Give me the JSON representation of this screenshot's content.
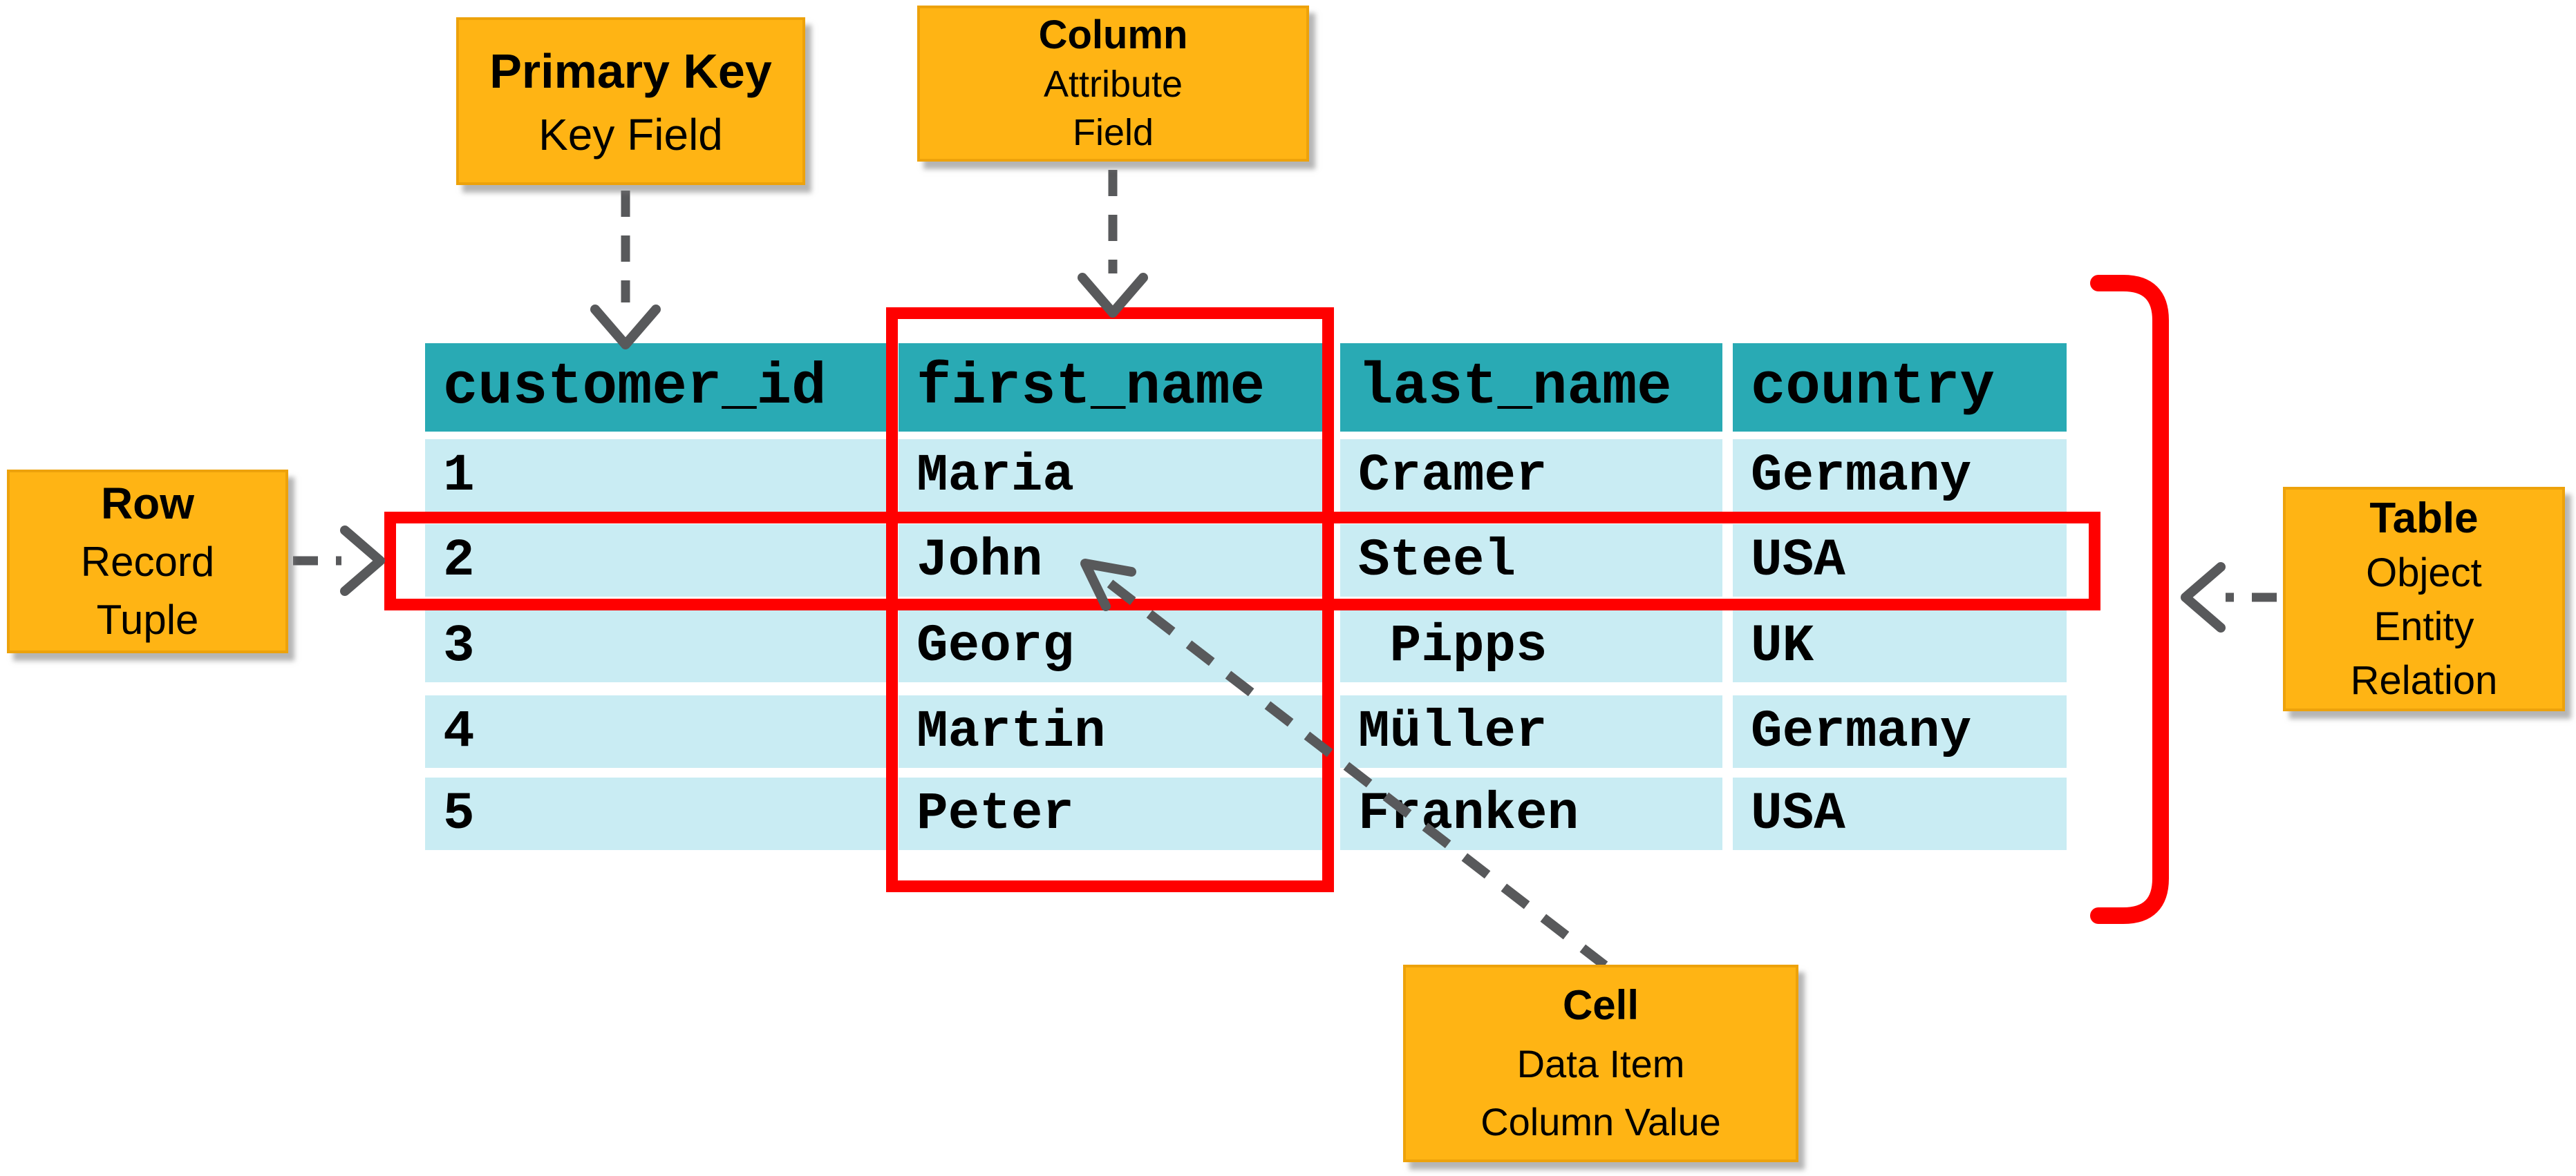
{
  "colors": {
    "note_fill": "#FFB414",
    "note_border": "#EDA20B",
    "header_teal": "#29AAB4",
    "row_cyan": "#C9ECF3",
    "highlight_red": "#FF0000",
    "arrow_gray": "#58595B",
    "text": "#000000"
  },
  "annotations": {
    "primary_key": {
      "title": "Primary Key",
      "lines": [
        "Key Field"
      ]
    },
    "column": {
      "title": "Column",
      "lines": [
        "Attribute",
        "Field"
      ]
    },
    "row": {
      "title": "Row",
      "lines": [
        "Record",
        "Tuple"
      ]
    },
    "table": {
      "title": "Table",
      "lines": [
        "Object",
        "Entity",
        "Relation"
      ]
    },
    "cell": {
      "title": "Cell",
      "lines": [
        "Data Item",
        "Column Value"
      ]
    }
  },
  "table": {
    "headers": [
      "customer_id",
      "first_name",
      "last_name",
      "country"
    ],
    "rows": [
      [
        "1",
        "Maria",
        "Cramer",
        "Germany"
      ],
      [
        "2",
        "John",
        "Steel",
        "USA"
      ],
      [
        "3",
        "Georg",
        " Pipps",
        "UK"
      ],
      [
        "4",
        "Martin",
        "Müller",
        "Germany"
      ],
      [
        "5",
        "Peter",
        "Franken",
        "USA"
      ]
    ]
  }
}
